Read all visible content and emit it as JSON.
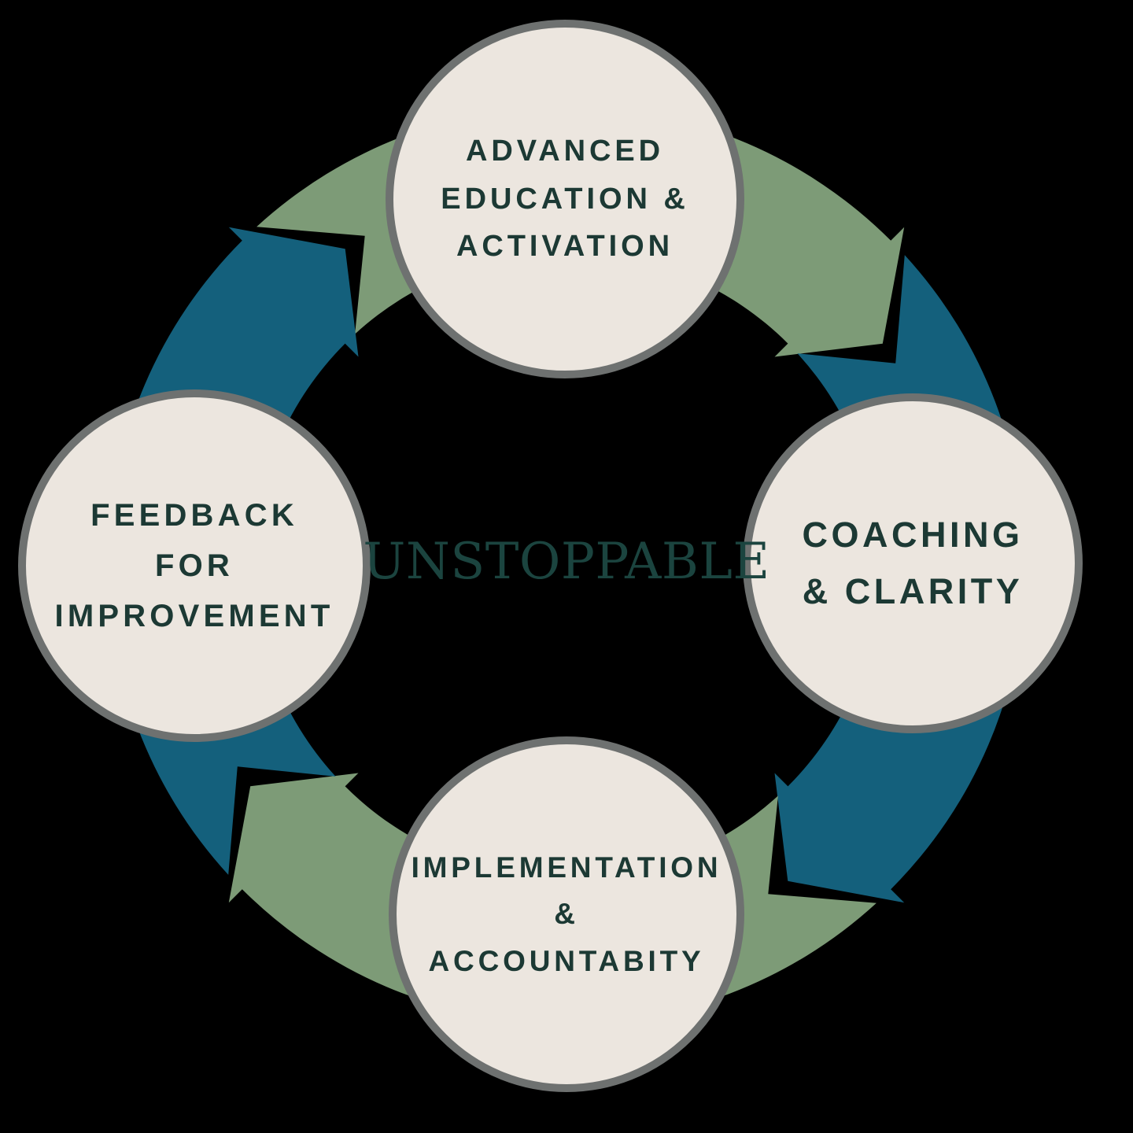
{
  "title": "UNSTOPPABLE",
  "colors": {
    "background": "#000000",
    "sage": "#7D9B77",
    "teal": "#14607C",
    "circle_fill": "#ECE6DF",
    "circle_border": "#6E7170",
    "label_text": "#1C3934",
    "center_text": "#1B443F"
  },
  "nodes": [
    {
      "id": "top",
      "label": "ADVANCED\nEDUCATION &\nACTIVATION"
    },
    {
      "id": "right",
      "label": "COACHING\n& CLARITY"
    },
    {
      "id": "bottom",
      "label": "IMPLEMENTATION\n& ACCOUNTABITY"
    },
    {
      "id": "left",
      "label": "FEEDBACK FOR\nIMPROVEMENT"
    }
  ],
  "ring": {
    "direction": "clockwise",
    "segments": [
      "sage",
      "teal",
      "sage",
      "teal"
    ]
  }
}
